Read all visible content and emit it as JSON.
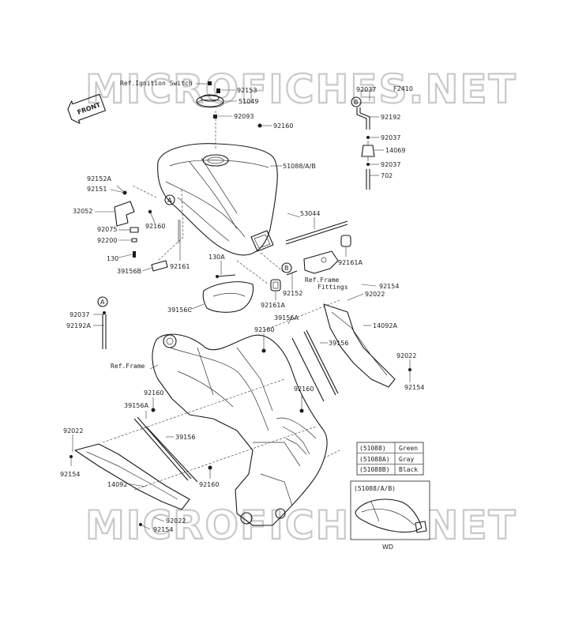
{
  "watermark": "MICROFICHES.NET",
  "figure_code": "F2410",
  "front_label": "FRONT",
  "callouts": {
    "A": "A",
    "B": "B"
  },
  "labels": {
    "ref_ignition": "Ref.Ignition Switch",
    "ref_frame_fittings_1": "Ref.Frame",
    "ref_frame_fittings_2": "Fittings",
    "ref_frame": "Ref.Frame",
    "p92153": "92153",
    "p51049": "51049",
    "p92093": "92093",
    "p92160a": "92160",
    "p51088": "51088/A/B",
    "p92152a": "92152A",
    "p92151": "92151",
    "p32052": "32052",
    "p92160b": "92160",
    "p92075": "92075",
    "p92200": "92200",
    "p130": "130",
    "p39156b": "39156B",
    "p92161": "92161",
    "p130a": "130A",
    "p53044": "53044",
    "p92161a_r": "92161A",
    "p92152": "92152",
    "p92161a_l": "92161A",
    "p39156c": "39156C",
    "p92154_a": "92154",
    "p92022_a": "92022",
    "p92037_l": "92037",
    "p92192a": "92192A",
    "p92160c": "92160",
    "p39156a_r": "39156A",
    "p39156_r": "39156",
    "p14092a": "14092A",
    "p92022_b": "92022",
    "p92154_b": "92154",
    "p92160d": "92160",
    "p92160e": "92160",
    "p39156a_l": "39156A",
    "p92022_c": "92022",
    "p39156_l": "39156",
    "p92154_c": "92154",
    "p14092": "14092",
    "p92160f": "92160",
    "p92022_d": "92022",
    "p92154_d": "92154",
    "p92037_t": "92037",
    "p92192": "92192",
    "p92037_m": "92037",
    "p14069": "14069",
    "p92037_b": "92037",
    "p702": "702"
  },
  "color_table": {
    "rows": [
      {
        "part": "(51088)",
        "color": "Green"
      },
      {
        "part": "(51088A)",
        "color": "Gray"
      },
      {
        "part": "(51088B)",
        "color": "Black"
      }
    ]
  },
  "inset": {
    "title": "(51088/A/B)",
    "caption": "WD"
  }
}
